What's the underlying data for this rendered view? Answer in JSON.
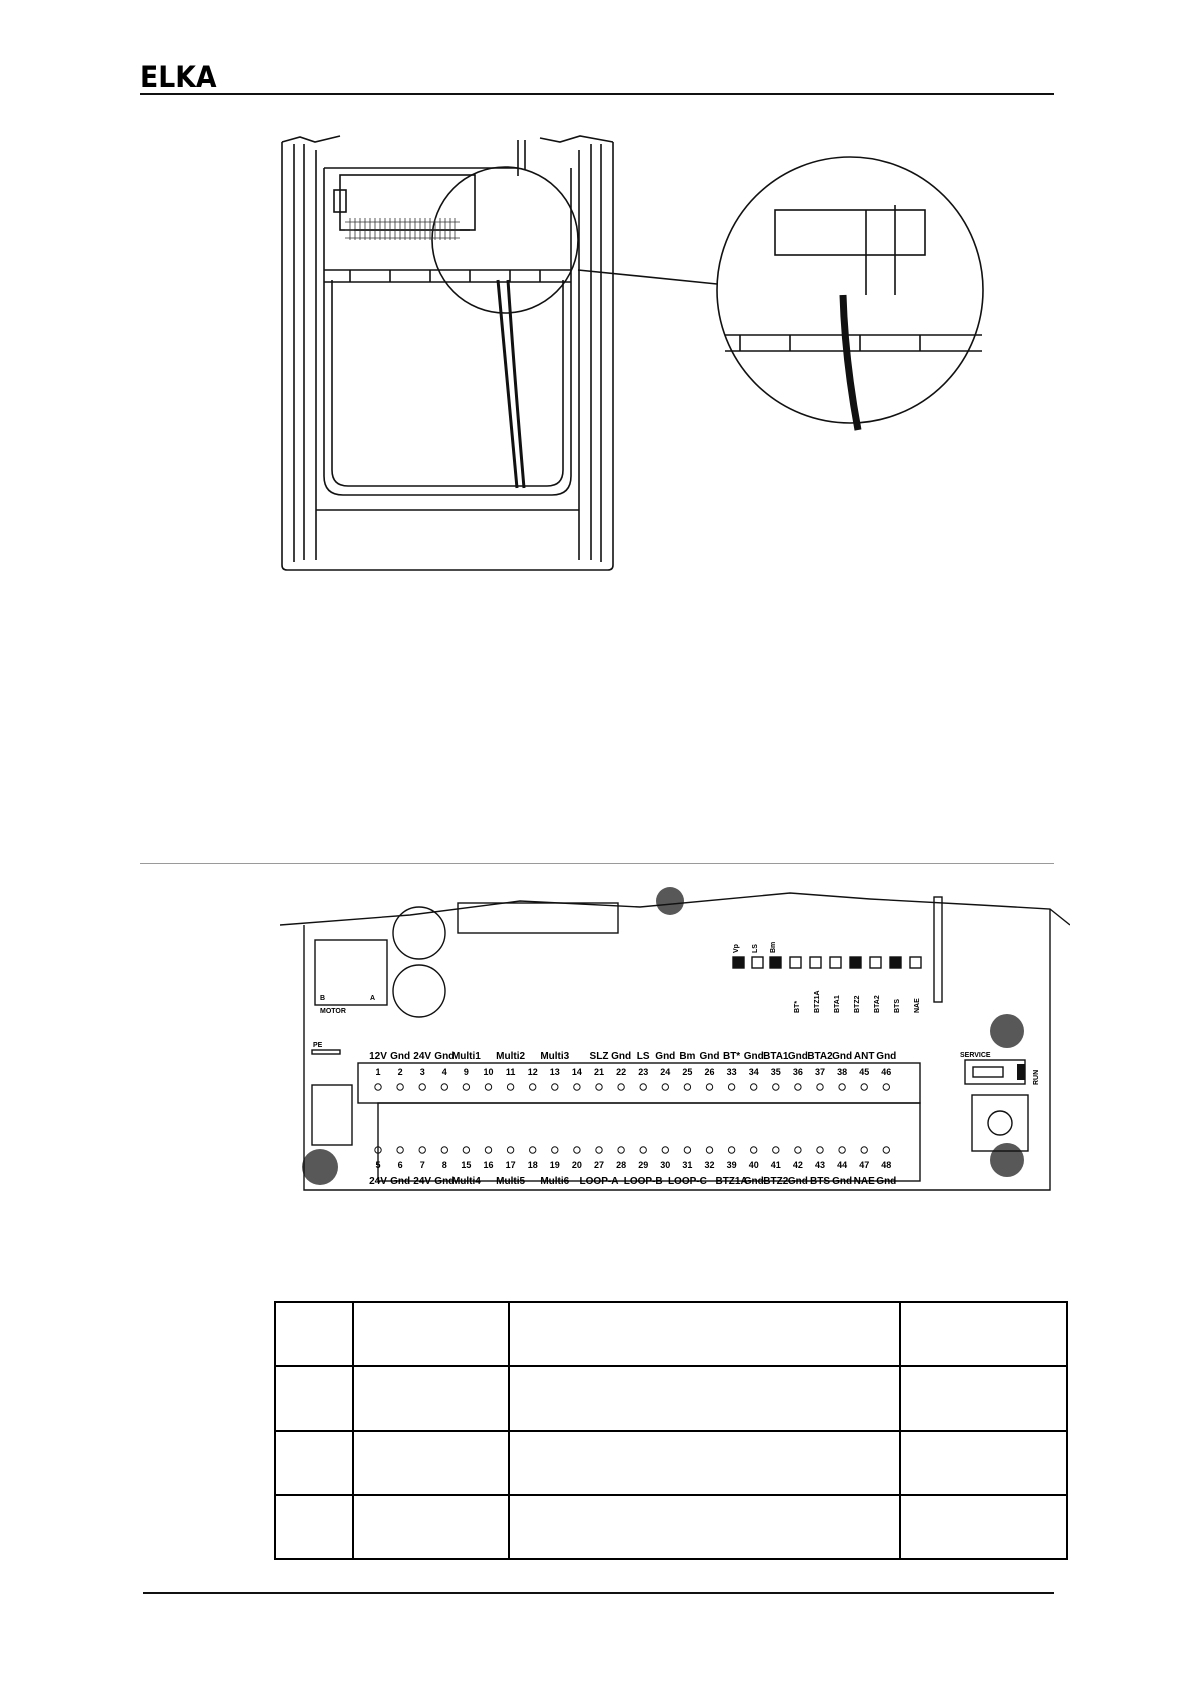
{
  "header": {
    "logo_text": "ELKA"
  },
  "board": {
    "motor_label": "MOTOR",
    "motor_a": "A",
    "motor_b": "B",
    "pe_label": "PE",
    "switch_left": "SERVICE",
    "switch_right": "RUN",
    "led_labels_top": [
      "Vp",
      "LS",
      "Bm"
    ],
    "led_labels_bottom": [
      "BT*",
      "BTZ1A",
      "BTA1",
      "BTZ2",
      "BTA2",
      "BTS",
      "NAE"
    ],
    "top_labels": [
      "12V",
      "Gnd",
      "24V",
      "Gnd",
      "Multi1",
      "",
      "Multi2",
      "",
      "Multi3",
      "",
      "SLZ",
      "Gnd",
      "LS",
      "Gnd",
      "Bm",
      "Gnd",
      "BT*",
      "Gnd",
      "BTA1",
      "Gnd",
      "BTA2",
      "Gnd",
      "ANT",
      "Gnd"
    ],
    "top_numbers": [
      "1",
      "2",
      "3",
      "4",
      "9",
      "10",
      "11",
      "12",
      "13",
      "14",
      "21",
      "22",
      "23",
      "24",
      "25",
      "26",
      "33",
      "34",
      "35",
      "36",
      "37",
      "38",
      "45",
      "46"
    ],
    "bottom_numbers": [
      "5",
      "6",
      "7",
      "8",
      "15",
      "16",
      "17",
      "18",
      "19",
      "20",
      "27",
      "28",
      "29",
      "30",
      "31",
      "32",
      "39",
      "40",
      "41",
      "42",
      "43",
      "44",
      "47",
      "48"
    ],
    "bottom_labels": [
      "24V",
      "Gnd",
      "24V",
      "Gnd",
      "Multi4",
      "",
      "Multi5",
      "",
      "Multi6",
      "",
      "LOOP-A",
      "",
      "LOOP-B",
      "",
      "LOOP-C",
      "",
      "BTZ1A",
      "Gnd",
      "BTZ2",
      "Gnd",
      "BTS",
      "Gnd",
      "NAE",
      "Gnd"
    ]
  },
  "table": {
    "rows": [
      [
        "",
        "",
        "",
        ""
      ],
      [
        "",
        "",
        "",
        ""
      ],
      [
        "",
        "",
        "",
        ""
      ],
      [
        "",
        "",
        "",
        ""
      ]
    ]
  }
}
